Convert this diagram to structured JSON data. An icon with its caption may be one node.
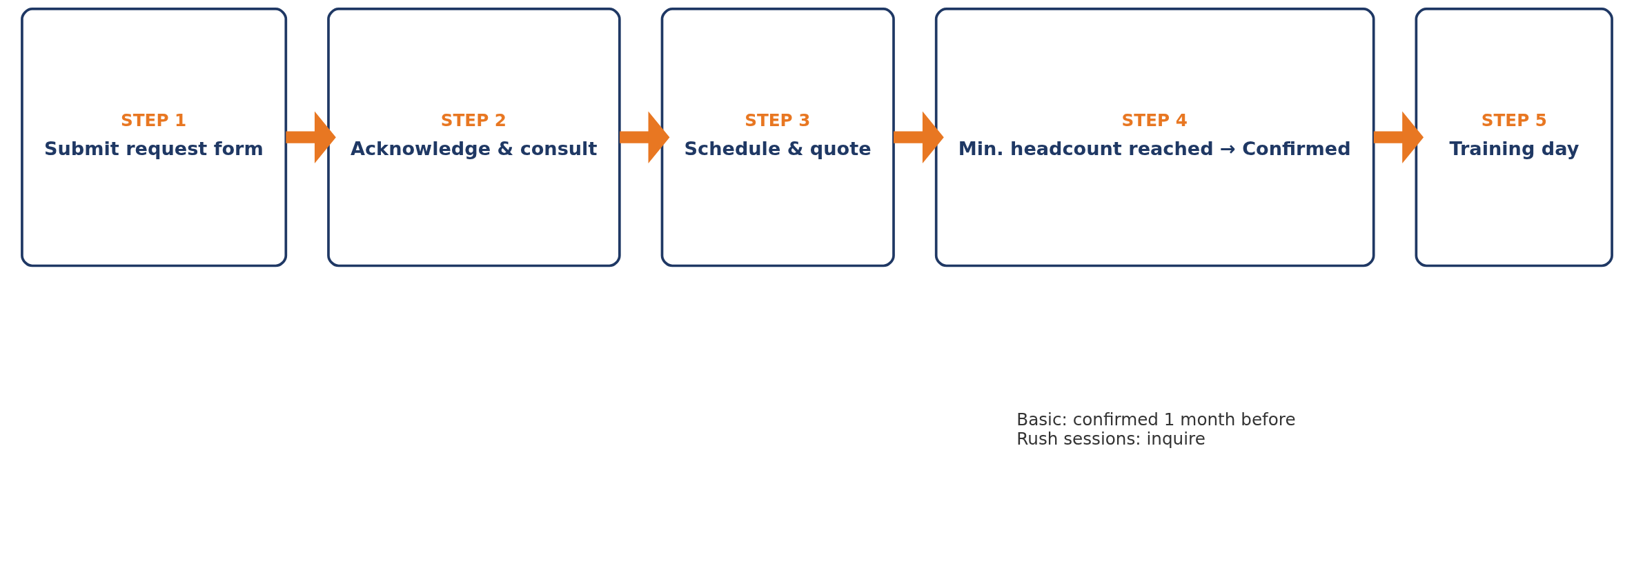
{
  "diagram": {
    "nodes": [
      {
        "text": [
          "STEP 1",
          "Submit request form"
        ]
      },
      {
        "text": [
          "STEP 2",
          "Acknowledge & consult"
        ]
      },
      {
        "text": [
          "STEP 3",
          "Schedule & quote"
        ]
      },
      {
        "text": [
          "STEP 4",
          "Min. headcount reached → Confirmed"
        ]
      },
      {
        "text": [
          "STEP 5",
          "Training day"
        ]
      }
    ],
    "edges": [
      {
        "from": 0,
        "to": 1,
        "arrow": "to"
      },
      {
        "from": 1,
        "to": 2,
        "arrow": "to"
      },
      {
        "from": 2,
        "to": 3,
        "arrow": "to"
      },
      {
        "from": 3,
        "to": 4,
        "arrow": "to"
      }
    ],
    "labels": [
      "Basic: confirmed 1 month before",
      "Rush sessions: inquire"
    ]
  }
}
